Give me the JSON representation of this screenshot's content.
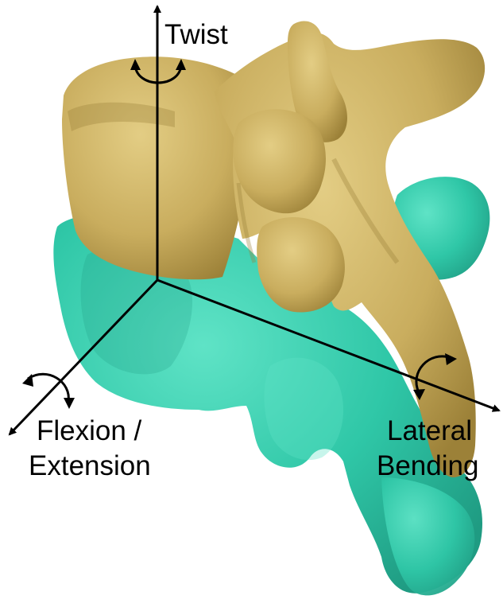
{
  "labels": {
    "twist": "Twist",
    "flexion_line1": "Flexion /",
    "flexion_line2": "Extension",
    "lateral_line1": "Lateral",
    "lateral_line2": "Bending"
  },
  "colors": {
    "upper_vertebra": "#c9ad5e",
    "upper_vertebra_shade": "#9c8138",
    "upper_vertebra_light": "#e3cd84",
    "lower_vertebra": "#2fc7a7",
    "lower_vertebra_shade": "#1f9b82",
    "lower_vertebra_light": "#5fe3c6",
    "axis": "#000000",
    "background": "#ffffff"
  },
  "icons": {
    "twist_rotation": "curved-double-arrow-icon",
    "flexion_rotation": "curved-double-arrow-icon",
    "lateral_rotation": "curved-double-arrow-icon"
  }
}
